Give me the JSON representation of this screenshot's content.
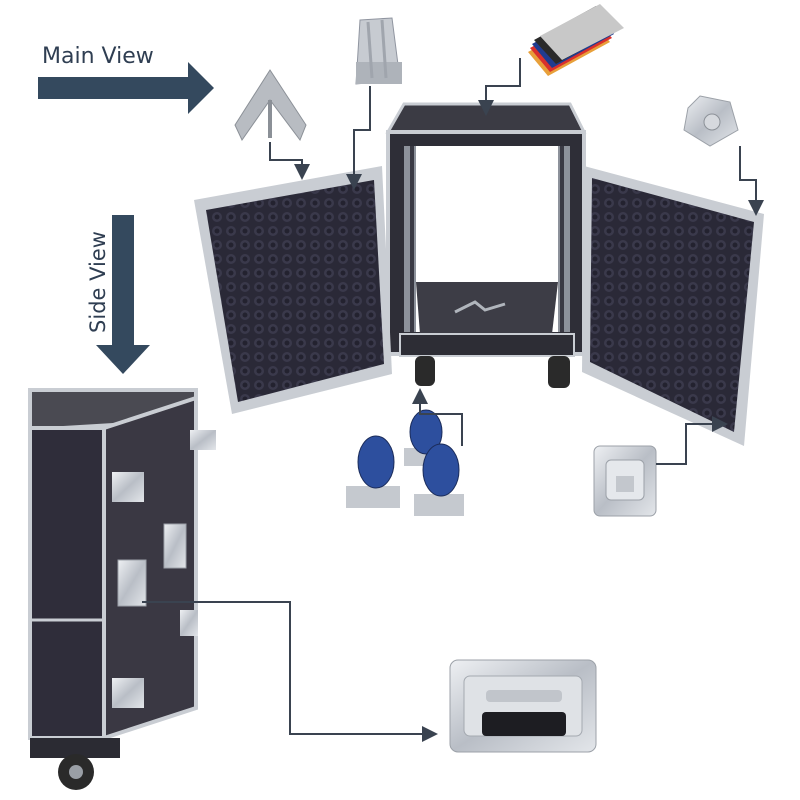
{
  "labels": {
    "main_view": "Main View",
    "side_view": "Side View"
  },
  "colors": {
    "arrow": "#34495e",
    "foam": "#2b2a3a",
    "aluminum": "#c9cdd3",
    "caster_blue": "#2d4f9e",
    "connector_line": "#3a4350"
  },
  "components": [
    "aluminum-corner-profile",
    "aluminum-extrusion",
    "laminated-panel-samples",
    "butterfly-latch",
    "caster-wheels",
    "recessed-latch",
    "recessed-handle"
  ]
}
